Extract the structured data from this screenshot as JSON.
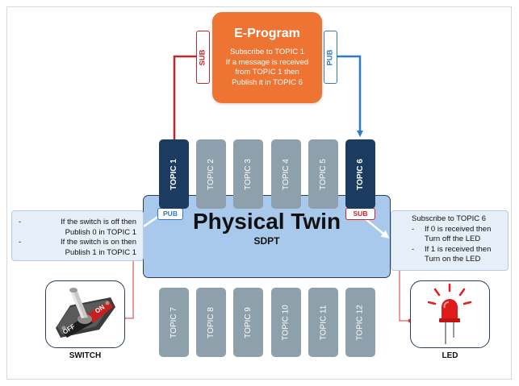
{
  "eprogram": {
    "title": "E-Program",
    "body": "Subscribe to TOPIC 1\nIf a message is received\nfrom TOPIC 1 then\nPublish it in TOPIC 6"
  },
  "tags": {
    "sub_top": "SUB",
    "pub_top": "PUB",
    "pub_twin": "PUB",
    "sub_twin": "SUB"
  },
  "twin": {
    "title": "Physical Twin",
    "subtitle": "SDPT"
  },
  "topics_top": [
    "TOPIC 1",
    "TOPIC 2",
    "TOPIC 3",
    "TOPIC 4",
    "TOPIC 5",
    "TOPIC 6"
  ],
  "topics_bottom": [
    "TOPIC 7",
    "TOPIC 8",
    "TOPIC 9",
    "TOPIC 10",
    "TOPIC 11",
    "TOPIC 12"
  ],
  "left_box": {
    "items": [
      {
        "line1": "If the switch is off then",
        "line2": "Publish 0 in TOPIC 1"
      },
      {
        "line1": "If the switch is on then",
        "line2": "Publish 1 in TOPIC 1"
      }
    ]
  },
  "right_box": {
    "header": "Subscribe to TOPIC 6",
    "items": [
      {
        "line1": "If 0 is received then",
        "line2": "Turn off the LED"
      },
      {
        "line1": "If 1 is received then",
        "line2": "Turn on the LED"
      }
    ]
  },
  "switch": {
    "label": "SWITCH",
    "on_text": "ON",
    "off_text": "OFF"
  },
  "led": {
    "label": "LED"
  },
  "colors": {
    "sub": "#c0282a",
    "pub": "#2d7cc4",
    "eprogram": "#ed7432",
    "twin": "#a9c9ec",
    "topic_active": "#1b3b60",
    "topic_idle": "#8da0ab"
  }
}
